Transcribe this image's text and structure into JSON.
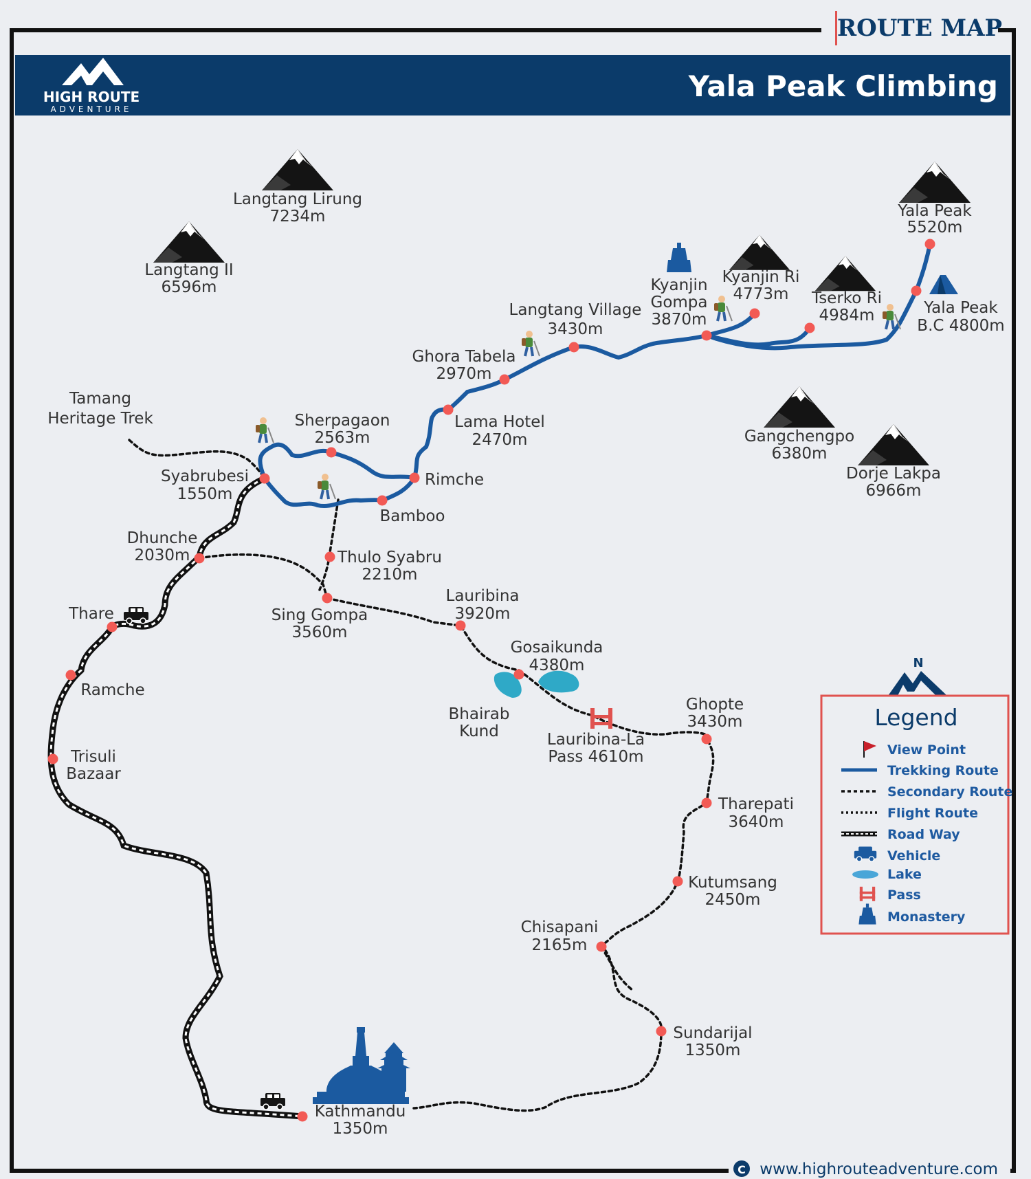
{
  "header": {
    "route_map_label": "ROUTE MAP",
    "title": "Yala Peak Climbing",
    "logo_line1": "HIGH ROUTE",
    "logo_line2": "ADVENTURE"
  },
  "colors": {
    "navy": "#0b3b6a",
    "trek_blue": "#1b5aa0",
    "point_red": "#f25a55",
    "lake": "#2fa9c7",
    "legend_border": "#e0524f"
  },
  "places": {
    "langtang_lirung": [
      "Langtang Lirung",
      "7234m"
    ],
    "langtang_ii": [
      "Langtang II",
      "6596m"
    ],
    "yala_peak": [
      "Yala Peak",
      "5520m"
    ],
    "kyanjin_gompa": [
      "Kyanjin",
      "Gompa",
      "3870m"
    ],
    "kyanjin_ri": [
      "Kyanjin Ri",
      "4773m"
    ],
    "tserko_ri": [
      "Tserko Ri",
      "4984m"
    ],
    "yala_bc": [
      "Yala Peak",
      "B.C 4800m"
    ],
    "langtang_village": [
      "Langtang Village",
      "3430m"
    ],
    "ghora_tabela": [
      "Ghora Tabela",
      "2970m"
    ],
    "lama_hotel": [
      "Lama Hotel",
      "2470m"
    ],
    "sherpagaon": [
      "Sherpagaon",
      "2563m"
    ],
    "rimche": [
      "Rimche"
    ],
    "bamboo": [
      "Bamboo"
    ],
    "tamang": [
      "Tamang",
      "Heritage Trek"
    ],
    "syabrubesi": [
      "Syabrubesi",
      "1550m"
    ],
    "dhunche": [
      "Dhunche",
      "2030m"
    ],
    "thulo_syabru": [
      "Thulo Syabru",
      "2210m"
    ],
    "sing_gompa": [
      "Sing Gompa",
      "3560m"
    ],
    "lauribina": [
      "Lauribina",
      "3920m"
    ],
    "gosaikunda": [
      "Gosaikunda",
      "4380m"
    ],
    "bhairab_kund": [
      "Bhairab",
      "Kund"
    ],
    "lauribina_la": [
      "Lauribina-La",
      "Pass 4610m"
    ],
    "ghopte": [
      "Ghopte",
      "3430m"
    ],
    "tharepati": [
      "Tharepati",
      "3640m"
    ],
    "kutumsang": [
      "Kutumsang",
      "2450m"
    ],
    "chisapani": [
      "Chisapani",
      "2165m"
    ],
    "sundarijal": [
      "Sundarijal",
      "1350m"
    ],
    "kathmandu": [
      "Kathmandu",
      "1350m"
    ],
    "thare": [
      "Thare"
    ],
    "ramche": [
      "Ramche"
    ],
    "trisuli": [
      "Trisuli",
      "Bazaar"
    ],
    "gangchengpo": [
      "Gangchengpo",
      "6380m"
    ],
    "dorje_lakpa": [
      "Dorje Lakpa",
      "6966m"
    ]
  },
  "legend": {
    "north": "N",
    "title": "Legend",
    "items": [
      "View Point",
      "Trekking Route",
      "Secondary Route",
      "Flight Route",
      "Road Way",
      "Vehicle",
      "Lake",
      "Pass",
      "Monastery"
    ]
  },
  "footer": {
    "website": "www.highrouteadventure.com",
    "copyright_symbol": "C"
  }
}
